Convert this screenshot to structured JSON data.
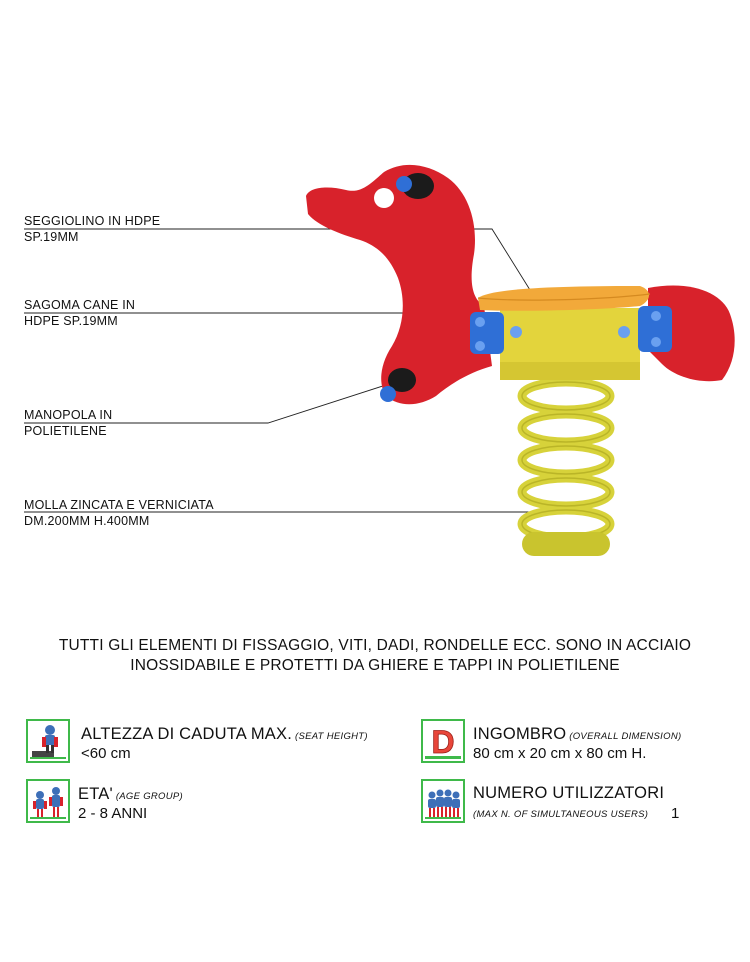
{
  "callouts": [
    {
      "line1": "SEGGIOLINO IN HDPE",
      "line2": "SP.19MM"
    },
    {
      "line1": "SAGOMA CANE IN",
      "line2": "HDPE SP.19MM"
    },
    {
      "line1": "MANOPOLA IN",
      "line2": "POLIETILENE"
    },
    {
      "line1": "MOLLA ZINCATA E VERNICIATA",
      "line2": "DM.200MM H.400MM"
    }
  ],
  "note": {
    "line1": "TUTTI GLI ELEMENTI DI FISSAGGIO, VITI, DADI, RONDELLE ECC. SONO IN ACCIAIO",
    "line2": "INOSSIDABILE E PROTETTI DA GHIERE E TAPPI IN POLIETILENE"
  },
  "specs": {
    "height": {
      "title": "ALTEZZA DI CADUTA MAX.",
      "subtitle": "(SEAT HEIGHT)",
      "value": "<60 cm",
      "icon": "fall-height-icon"
    },
    "dimension": {
      "title": "INGOMBRO",
      "subtitle": "(OVERALL DIMENSION)",
      "value": "80 cm x 20 cm x 80 cm H.",
      "icon": "overall-dimension-icon",
      "icon_letter": "D"
    },
    "age": {
      "title": "ETA'",
      "subtitle": "(AGE GROUP)",
      "value": "2 - 8 ANNI",
      "icon": "age-group-icon"
    },
    "users": {
      "title": "NUMERO UTILIZZATORI",
      "subtitle": "(MAX N. OF SIMULTANEOUS USERS)",
      "value": "1",
      "icon": "users-count-icon"
    }
  },
  "colors": {
    "dog_body": "#d8222b",
    "seat": "#f2a93a",
    "bracket": "#e3d43c",
    "handle_cap": "#2f6fd6",
    "spring": "#d7d23a",
    "icon_border": "#3fb94a"
  }
}
